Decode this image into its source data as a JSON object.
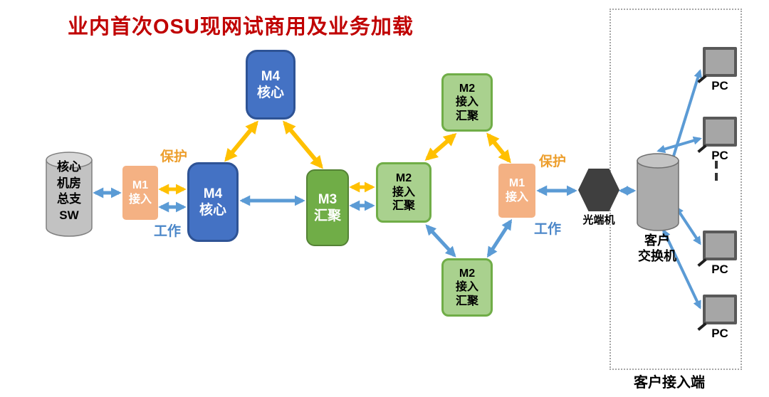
{
  "title": "业内首次OSU现网试商用及业务加载",
  "colors": {
    "title": "#C00000",
    "arrow_blue": "#5B9BD5",
    "arrow_yellow": "#FFC000",
    "node_blue": "#4472C4",
    "node_blue_border": "#2E5395",
    "node_orange": "#F4B183",
    "node_green": "#70AD47",
    "node_green_border": "#548235",
    "node_light_green": "#A9D18E",
    "label_protect": "#ED9F2E",
    "label_work": "#4A86C8",
    "hexagon_dark": "#3F3F3F"
  },
  "nodes": {
    "core_sw": "核心\n机房\n总支\nSW",
    "m1_left": "M1\n接入",
    "m4_main": "M4\n核心",
    "m4_top": "M4\n核心",
    "m3": "M3\n汇聚",
    "m2_mid": "M2\n接入\n汇聚",
    "m2_top": "M2\n接入\n汇聚",
    "m2_bottom": "M2\n接入\n汇聚",
    "m1_right": "M1\n接入",
    "optical_modem": "光端机",
    "customer_switch": "客户\n交换机"
  },
  "edge_labels": {
    "protect_left": "保护",
    "work_left": "工作",
    "protect_right": "保护",
    "work_right": "工作"
  },
  "customer_zone": {
    "label": "客户接入端",
    "pcs": [
      "PC",
      "PC",
      "PC",
      "PC"
    ]
  },
  "icons": {
    "pc": "monitor-icon",
    "optical_modem": "hexagon-shape",
    "switch": "cylinder-shape",
    "core_sw": "cylinder-shape"
  },
  "edges": [
    {
      "from": "core_sw",
      "to": "m1_left",
      "type": "work"
    },
    {
      "from": "m1_left",
      "to": "m4_main",
      "type": "protect"
    },
    {
      "from": "m1_left",
      "to": "m4_main",
      "type": "work"
    },
    {
      "from": "m4_main",
      "to": "m4_top",
      "type": "protect"
    },
    {
      "from": "m4_top",
      "to": "m3",
      "type": "protect"
    },
    {
      "from": "m4_main",
      "to": "m3",
      "type": "work"
    },
    {
      "from": "m3",
      "to": "m2_mid",
      "type": "protect"
    },
    {
      "from": "m3",
      "to": "m2_mid",
      "type": "work"
    },
    {
      "from": "m2_mid",
      "to": "m2_top",
      "type": "protect"
    },
    {
      "from": "m2_top",
      "to": "m1_right",
      "type": "protect"
    },
    {
      "from": "m2_mid",
      "to": "m2_bottom",
      "type": "work"
    },
    {
      "from": "m2_bottom",
      "to": "m1_right",
      "type": "work"
    },
    {
      "from": "m1_right",
      "to": "optical_modem",
      "type": "work"
    },
    {
      "from": "optical_modem",
      "to": "customer_switch",
      "type": "work"
    },
    {
      "from": "customer_switch",
      "to": "pc_1",
      "type": "link"
    },
    {
      "from": "customer_switch",
      "to": "pc_2",
      "type": "link"
    },
    {
      "from": "customer_switch",
      "to": "pc_3",
      "type": "link"
    },
    {
      "from": "customer_switch",
      "to": "pc_4",
      "type": "link"
    }
  ]
}
